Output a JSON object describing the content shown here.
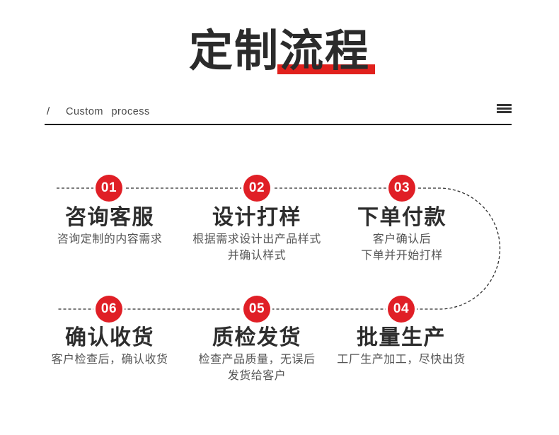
{
  "colors": {
    "accent_bar": "#e1211d",
    "circle": "#e01f26",
    "title_text": "#2b2b2b",
    "desc_text": "#555555",
    "line": "#2e2e2e"
  },
  "header": {
    "title_part1": "定制",
    "title_part2": "流程",
    "slash": "/",
    "subtitle_en": "Custom process"
  },
  "flow": {
    "steps": [
      {
        "num": "01",
        "title": "咨询客服",
        "desc": [
          "咨询定制的内容需求"
        ]
      },
      {
        "num": "02",
        "title": "设计打样",
        "desc": [
          "根据需求设计出产品样式",
          "并确认样式"
        ]
      },
      {
        "num": "03",
        "title": "下单付款",
        "desc": [
          "客户确认后",
          "下单并开始打样"
        ]
      },
      {
        "num": "04",
        "title": "批量生产",
        "desc": [
          "工厂生产加工，尽快出货"
        ]
      },
      {
        "num": "05",
        "title": "质检发货",
        "desc": [
          "检查产品质量，无误后",
          "发货给客户"
        ]
      },
      {
        "num": "06",
        "title": "确认收货",
        "desc": [
          "客户检查后，确认收货"
        ]
      }
    ]
  }
}
